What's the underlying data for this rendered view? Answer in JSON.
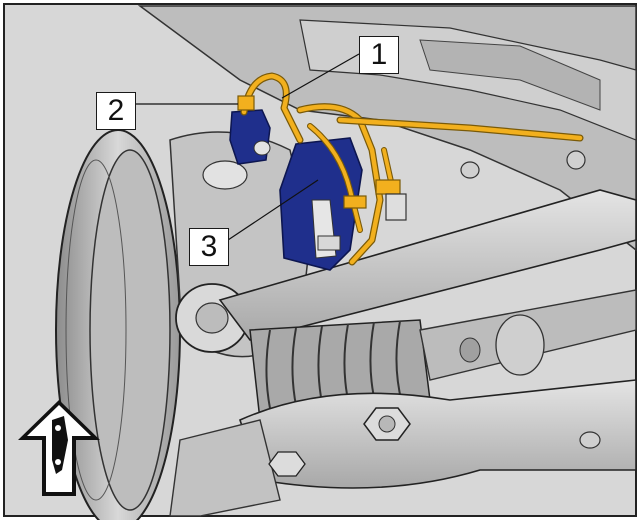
{
  "figure": {
    "callouts": [
      {
        "label": "1",
        "part": "brake-line"
      },
      {
        "label": "2",
        "part": "brake-hose-bracket"
      },
      {
        "label": "3",
        "part": "abs-sensor-connector-bracket"
      }
    ],
    "direction_icon": "front-of-vehicle-arrow-icon"
  },
  "colors": {
    "highlight_lines": "#f2b01e",
    "highlight_components": "#1f2f8c",
    "base_metal": "#c9c9c9",
    "background_frame": "#ffffff"
  }
}
